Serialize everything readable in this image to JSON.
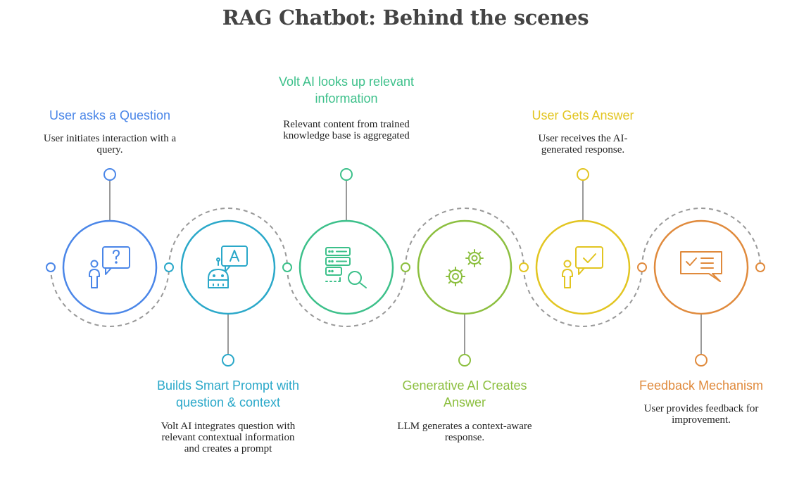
{
  "title": "RAG Chatbot: Behind the scenes",
  "colors": {
    "connector": "#999999",
    "step1": "#4a86e8",
    "step2": "#2aa8c9",
    "step3": "#3cc08a",
    "step4": "#8cbf3f",
    "step5": "#e2c521",
    "step6": "#e08a3c"
  },
  "steps": [
    {
      "title": "User asks a Question",
      "description": "User initiates interaction with a query.",
      "icon": "user-question-icon",
      "color": "#4a86e8"
    },
    {
      "title": "Builds Smart Prompt with question & context",
      "description": "Volt AI integrates question with relevant contextual information and creates a prompt",
      "icon": "robot-chat-icon",
      "color": "#2aa8c9"
    },
    {
      "title": "Volt AI looks up relevant information",
      "description": "Relevant content from trained knowledge base is aggregated",
      "icon": "database-search-icon",
      "color": "#3cc08a"
    },
    {
      "title": "Generative AI Creates Answer",
      "description": "LLM generates a context-aware response.",
      "icon": "gears-icon",
      "color": "#8cbf3f"
    },
    {
      "title": "User Gets Answer",
      "description": "User receives the AI-generated response.",
      "icon": "user-check-icon",
      "color": "#e2c521"
    },
    {
      "title": "Feedback Mechanism",
      "description": "User provides feedback for improvement.",
      "icon": "feedback-checklist-icon",
      "color": "#e08a3c"
    }
  ]
}
